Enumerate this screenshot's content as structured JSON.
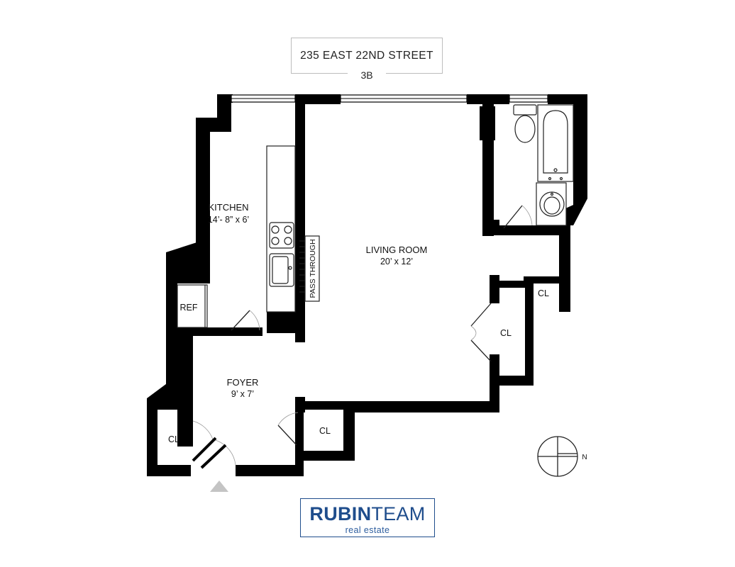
{
  "header": {
    "address": "235 EAST 22ND STREET",
    "unit": "3B"
  },
  "rooms": {
    "kitchen": {
      "name": "KITCHEN",
      "dims": "14’- 8” x 6’"
    },
    "living_room": {
      "name": "LIVING ROOM",
      "dims": "20’ x 12’"
    },
    "foyer": {
      "name": "FOYER",
      "dims": "9’ x 7’"
    }
  },
  "labels": {
    "ref": "REF",
    "pass_through": "PASS THROUGH",
    "closet": "CL",
    "north": "N"
  },
  "logo": {
    "name_bold": "RUBIN",
    "name_light": "TEAM",
    "tagline": "real estate"
  },
  "colors": {
    "wall": "#000000",
    "logo_blue": "#1f4d8c",
    "entry_marker": "#c4c4c4"
  }
}
